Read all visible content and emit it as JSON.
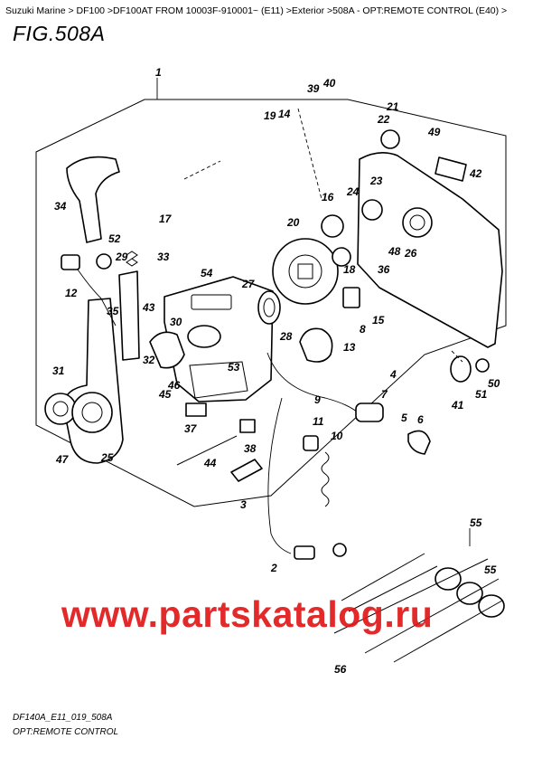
{
  "header": {
    "breadcrumb": "Suzuki Marine > DF100 >DF100AT FROM 10003F-910001~ (E11) >Exterior >508A - OPT:REMOTE CONTROL (E40) >",
    "figure_title": "FIG.508A"
  },
  "watermark": "www.partskatalog.ru",
  "footer": {
    "code": "DF140A_E11_019_508A",
    "caption": "OPT:REMOTE CONTROL"
  },
  "callouts": [
    "1",
    "2",
    "3",
    "4",
    "5",
    "6",
    "7",
    "8",
    "9",
    "10",
    "11",
    "12",
    "13",
    "14",
    "15",
    "16",
    "17",
    "18",
    "19",
    "20",
    "21",
    "22",
    "23",
    "24",
    "25",
    "26",
    "27",
    "28",
    "29",
    "30",
    "31",
    "32",
    "33",
    "34",
    "35",
    "36",
    "37",
    "38",
    "39",
    "40",
    "41",
    "42",
    "43",
    "44",
    "45",
    "46",
    "47",
    "48",
    "49",
    "50",
    "51",
    "52",
    "53",
    "54",
    "55",
    "56"
  ]
}
